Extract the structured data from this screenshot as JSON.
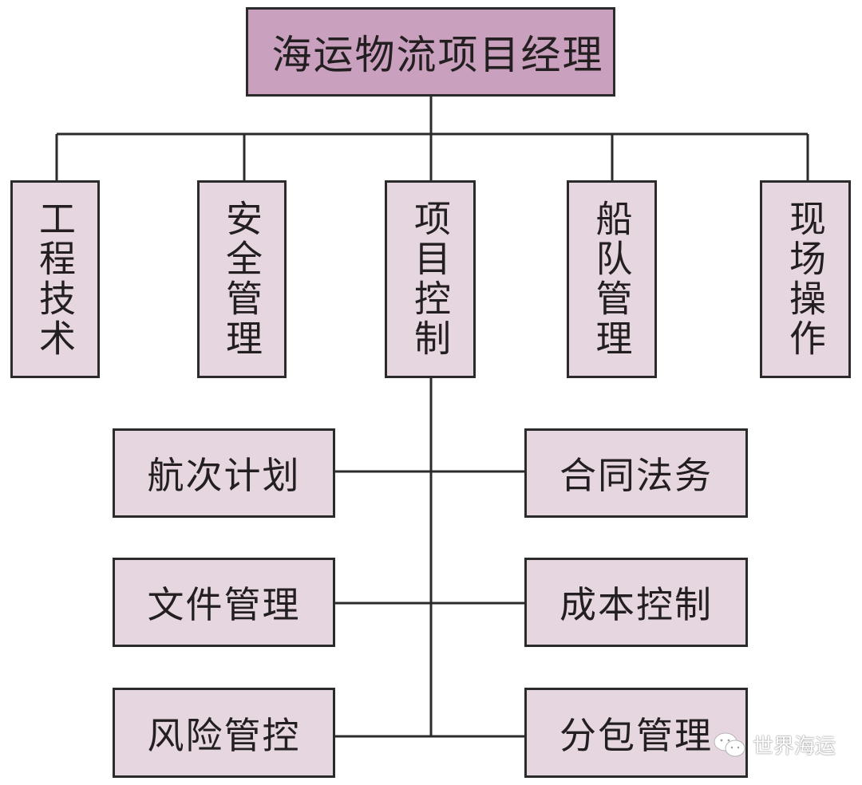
{
  "diagram": {
    "type": "org-chart",
    "root": {
      "label": "海运物流项目经理"
    },
    "departments": [
      {
        "label": "工程技术"
      },
      {
        "label": "安全管理"
      },
      {
        "label": "项目控制"
      },
      {
        "label": "船队管理"
      },
      {
        "label": "现场操作"
      }
    ],
    "project_control_children": {
      "left": [
        {
          "label": "航次计划"
        },
        {
          "label": "文件管理"
        },
        {
          "label": "风险管控"
        }
      ],
      "right": [
        {
          "label": "合同法务"
        },
        {
          "label": "成本控制"
        },
        {
          "label": "分包管理"
        }
      ]
    },
    "colors": {
      "root_fill": "#c9a0bd",
      "node_fill": "#e5d6df",
      "line": "#2b2b2b"
    }
  },
  "watermark": {
    "text": "世界海运",
    "icon": "wechat-icon"
  }
}
